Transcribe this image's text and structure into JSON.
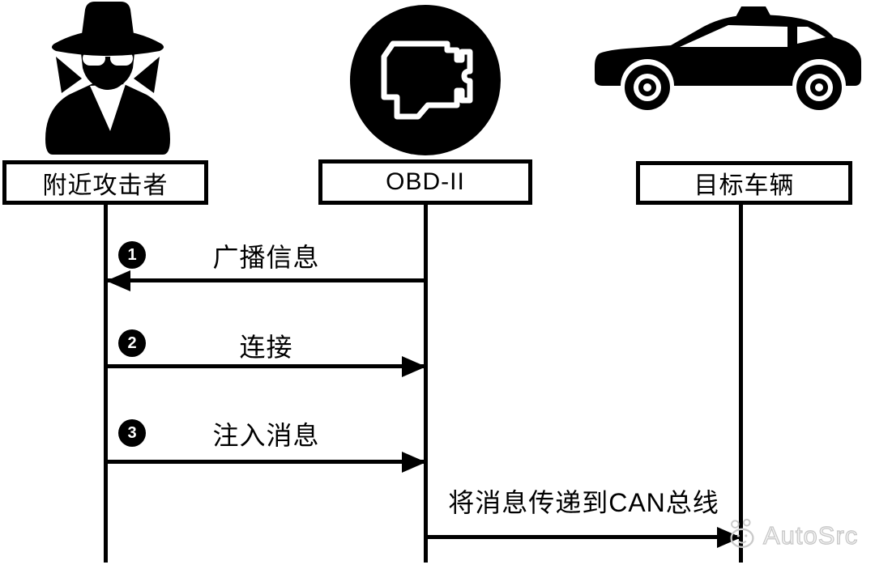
{
  "diagram": {
    "actors": [
      {
        "label": "附近攻击者",
        "icon": "spy-icon"
      },
      {
        "label": "OBD-II",
        "icon": "engine-icon"
      },
      {
        "label": "目标车辆",
        "icon": "car-icon"
      }
    ],
    "messages": [
      {
        "number": "1",
        "label": "广播信息",
        "from": "OBD-II",
        "to": "附近攻击者",
        "direction": "left"
      },
      {
        "number": "2",
        "label": "连接",
        "from": "附近攻击者",
        "to": "OBD-II",
        "direction": "right"
      },
      {
        "number": "3",
        "label": "注入消息",
        "from": "附近攻击者",
        "to": "OBD-II",
        "direction": "right"
      },
      {
        "number": "",
        "label": "将消息传递到CAN总线",
        "from": "OBD-II",
        "to": "目标车辆",
        "direction": "right"
      }
    ]
  },
  "watermark": {
    "text": "AutoSrc"
  },
  "colors": {
    "ink": "#000000",
    "background": "#ffffff",
    "watermark": "#c6c6c6"
  }
}
